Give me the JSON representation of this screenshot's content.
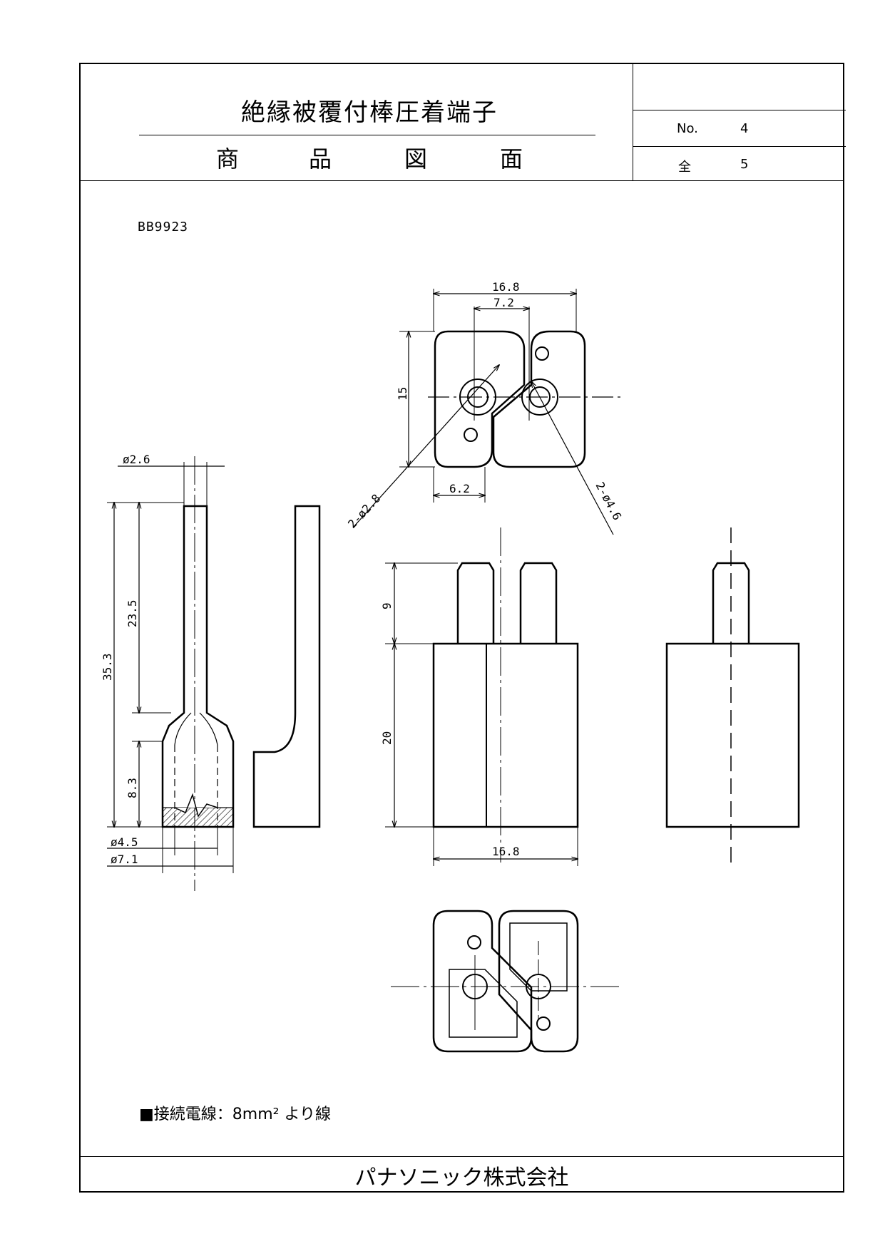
{
  "header": {
    "title": "絶縁被覆付棒圧着端子",
    "subtitle_chars": [
      "商",
      "品",
      "図",
      "面"
    ],
    "no_label": "No.",
    "no_value": "4",
    "total_label": "全",
    "total_value": "5"
  },
  "model": "BB9923",
  "dimensions": {
    "top_width": "16.8",
    "top_pin_pitch": "7.2",
    "top_height": "15",
    "top_offset": "6.2",
    "hole_small": "2-ø2.8",
    "hole_large": "2-ø4.6",
    "pin_height": "9",
    "body_height": "20",
    "front_width": "16.8",
    "side_total": "35.3",
    "side_upper": "23.5",
    "side_lower": "8.3",
    "pin_dia": "ø2.6",
    "inner_dia": "ø4.5",
    "outer_dia": "ø7.1"
  },
  "note": "■接続電線：8mm² より線",
  "footer": "パナソニック株式会社"
}
